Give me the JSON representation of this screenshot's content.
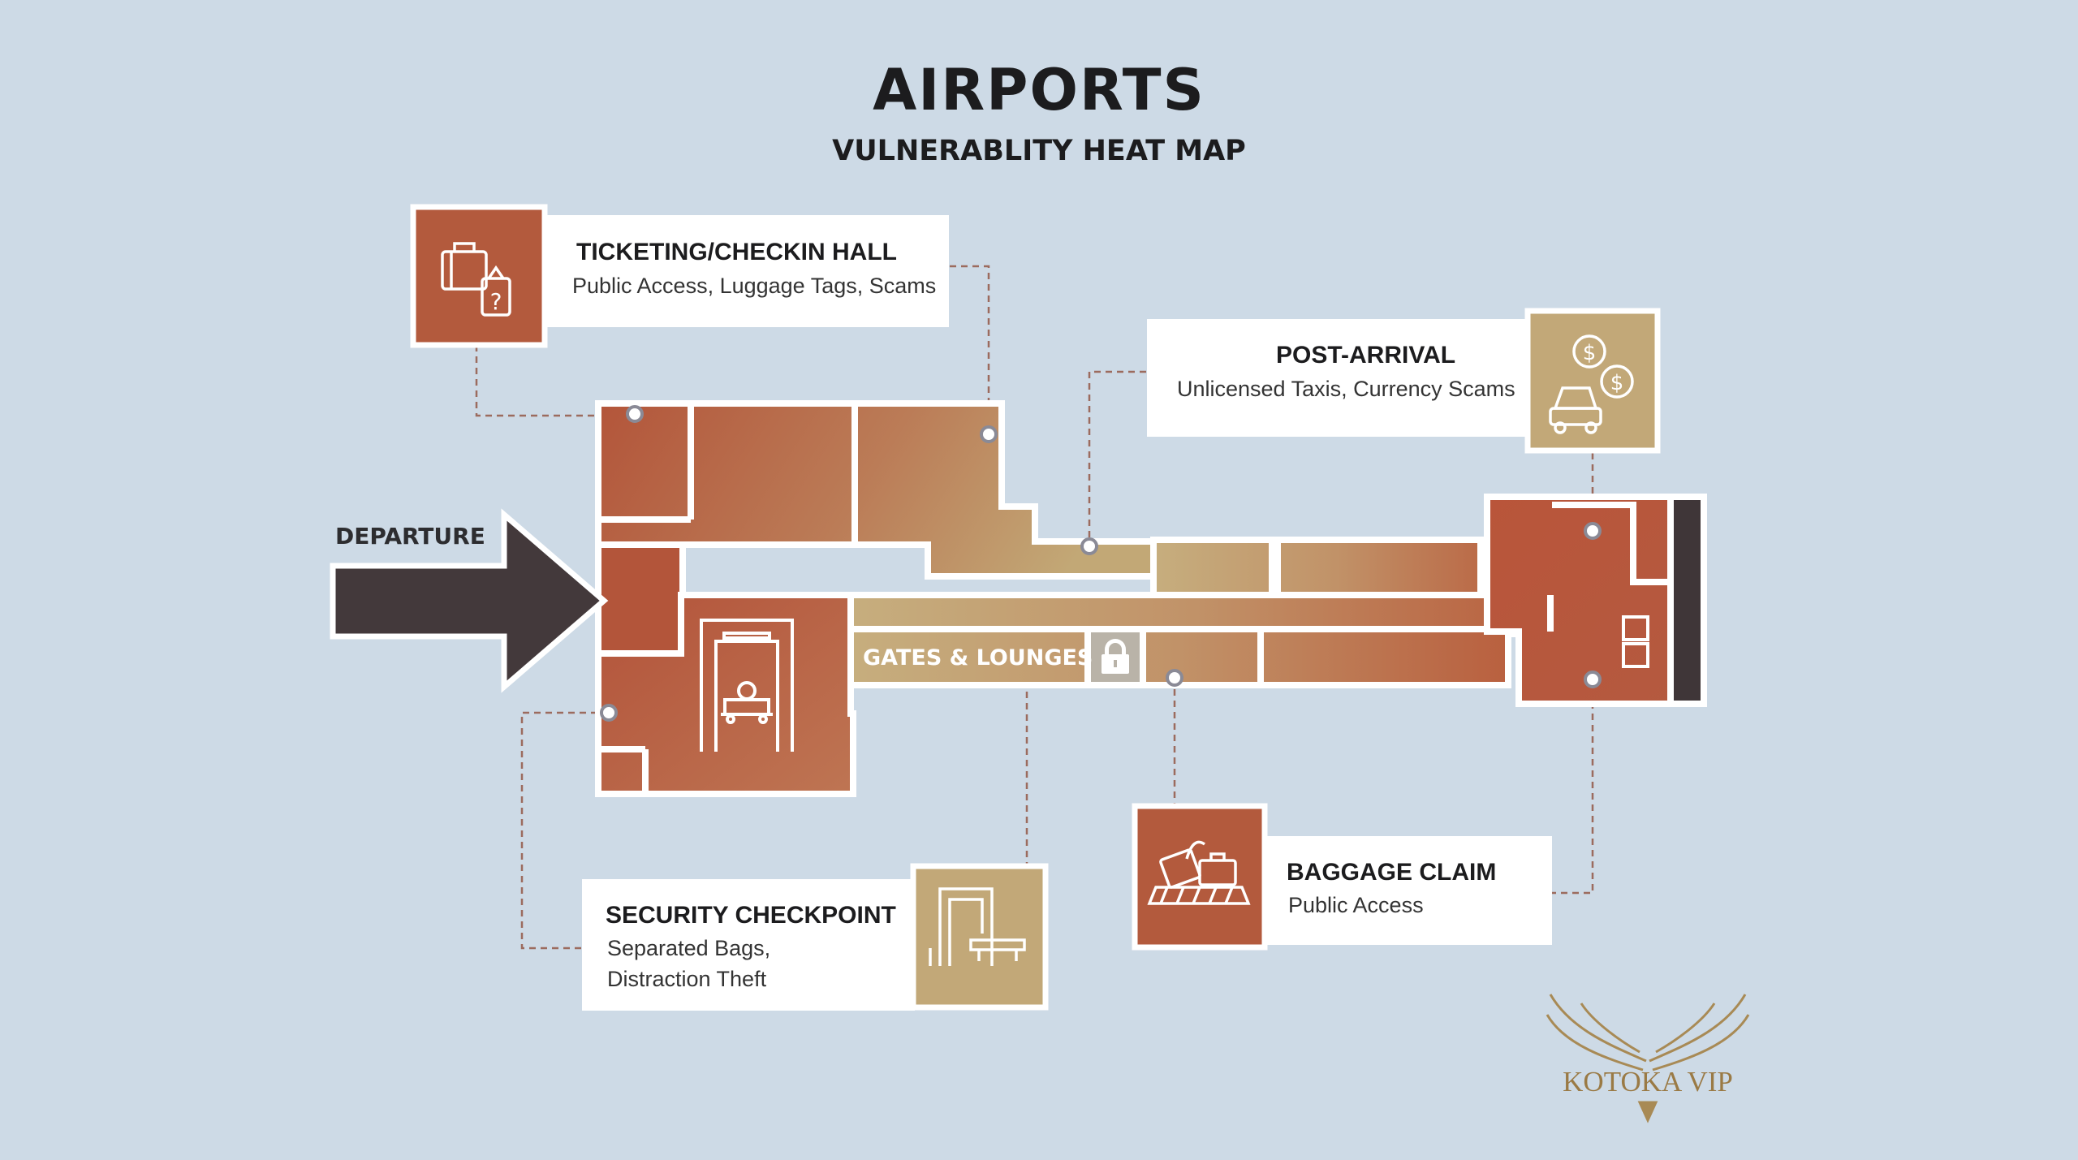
{
  "header": {
    "title": "AIRPORTS",
    "subtitle": "VULNERABLITY HEAT MAP"
  },
  "colors": {
    "background": "#cddae6",
    "hot": "#b55838",
    "warm": "#c08a5a",
    "cool": "#c2a876",
    "arrow": "#43393b",
    "leader": "#9c6b5e"
  },
  "zones": {
    "ticketing": {
      "title": "TICKETING/CHECKIN HALL",
      "description": "Public Access, Luggage Tags, Scams",
      "icon": "luggage-question-icon"
    },
    "post_arrival": {
      "title": "POST-ARRIVAL",
      "description": "Unlicensed Taxis, Currency Scams",
      "icon": "taxi-currency-icon"
    },
    "security": {
      "title": "SECURITY CHECKPOINT",
      "description_line1": "Separated Bags,",
      "description_line2": "Distraction Theft",
      "icon": "security-scanner-icon"
    },
    "baggage": {
      "title": "BAGGAGE CLAIM",
      "description": "Public Access",
      "icon": "baggage-carousel-icon"
    }
  },
  "map": {
    "departure_label": "DEPARTURE",
    "gates_label": "GATES & LOUNGES",
    "gates_icon": "lock-icon"
  },
  "brand": {
    "name": "KOTOKA VIP",
    "logo": "wings-logo"
  }
}
